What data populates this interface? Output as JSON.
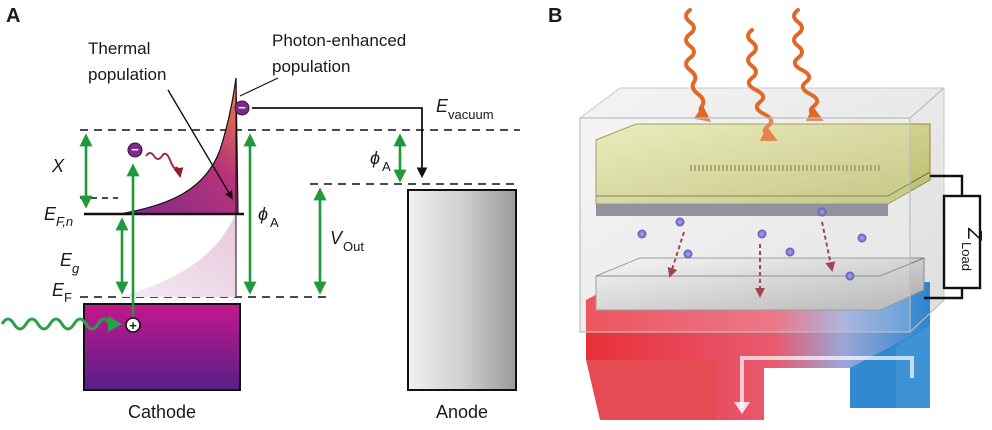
{
  "panel_a": {
    "letter": "A",
    "thermal_line1": "Thermal",
    "thermal_line2": "population",
    "photon_line1": "Photon-enhanced",
    "photon_line2": "population",
    "e_vacuum_sym": "E",
    "e_vacuum_sub": "vacuum",
    "x_label": "X",
    "ef_n_sym": "E",
    "ef_n_sub": "F,n",
    "eg_sym": "E",
    "eg_sub": "g",
    "ef_sym": "E",
    "ef_sub": "F",
    "phi_a_left_sym": "ϕ",
    "phi_a_left_sub": "A",
    "phi_a_right_sym": "ϕ",
    "phi_a_right_sub": "A",
    "vout_sym": "V",
    "vout_sub": "Out",
    "electron_symbol": "−",
    "hole_symbol": "+",
    "cathode_label": "Cathode",
    "anode_label": "Anode"
  },
  "panel_b": {
    "letter": "B",
    "zload_sym": "Z",
    "zload_sub": "Load"
  },
  "colors": {
    "arrow_green": "#1f9a3a",
    "cathode_top": "#c0188a",
    "cathode_bottom": "#5a1e86",
    "anode_fill": "#d4d4d4",
    "photon_orange": "#e2682a",
    "hot_red": "#e02b35",
    "cold_blue": "#2a86cf",
    "electron_dot": "#5a55c8"
  }
}
